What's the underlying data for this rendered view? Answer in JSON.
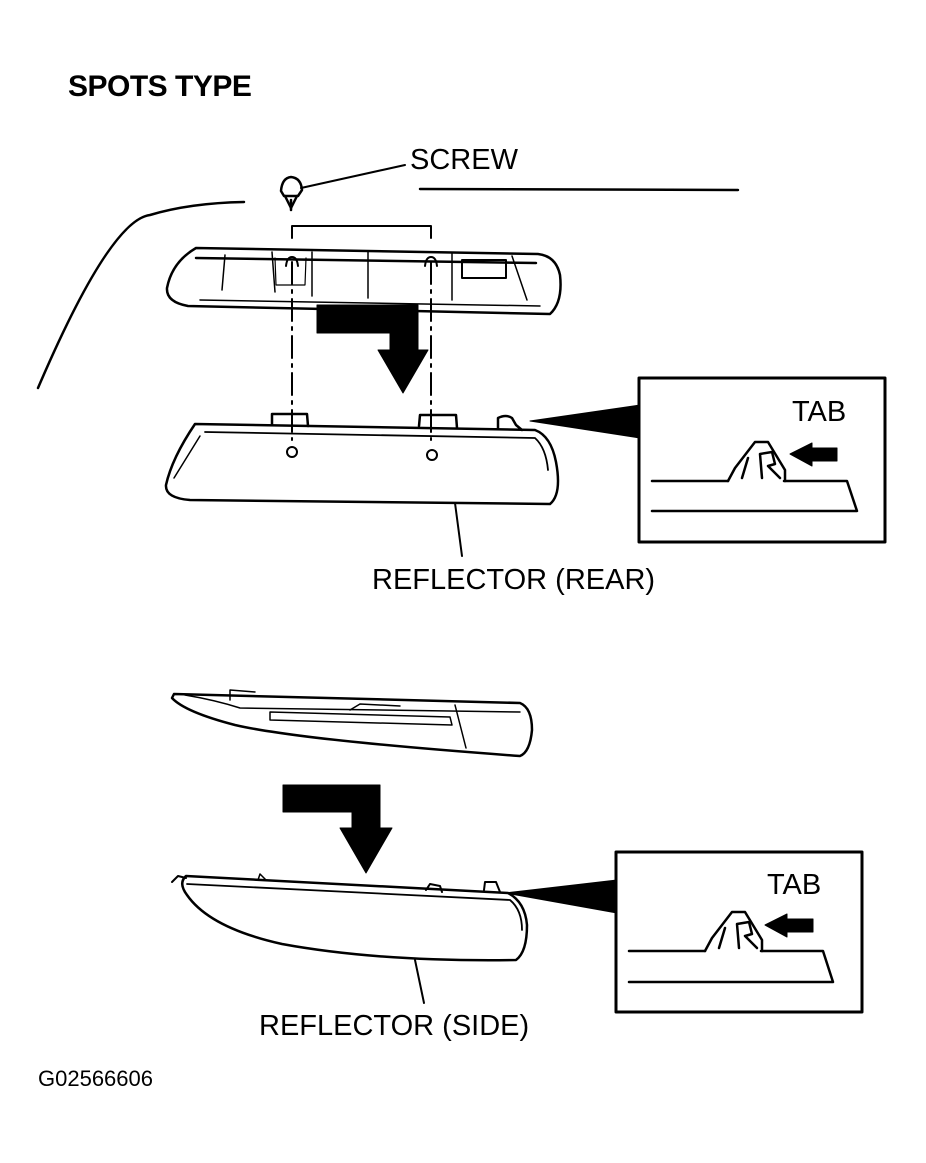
{
  "title": "SPOTS TYPE",
  "labels": {
    "screw": "SCREW",
    "tab_top": "TAB",
    "reflector_rear": "REFLECTOR (REAR)",
    "tab_bottom": "TAB",
    "reflector_side": "REFLECTOR (SIDE)"
  },
  "figure_code": "G02566606",
  "colors": {
    "ink": "#000000",
    "paper": "#ffffff"
  },
  "icons": {
    "install_arrow_rear": "down-arrow-icon",
    "install_arrow_side": "down-arrow-icon",
    "tab_pointer": "left-arrow-icon"
  }
}
